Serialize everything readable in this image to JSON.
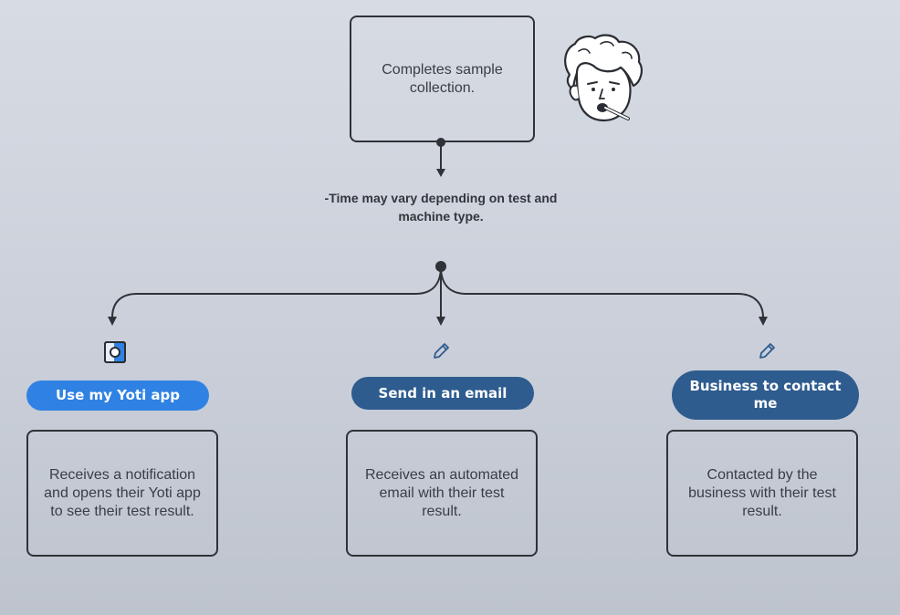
{
  "top_step": {
    "text": "Completes sample collection."
  },
  "timing_note": "-Time may vary depending on test and machine type.",
  "icons": {
    "person": "person-swab-icon",
    "yoti": "yoti-app-icon",
    "edit": "pencil-icon"
  },
  "options": [
    {
      "label": "Use my Yoti app",
      "description": "Receives a notification and opens their Yoti app to see their test result.",
      "color": "#2f82e3"
    },
    {
      "label": "Send in an email",
      "description": "Receives an automated email with their test result.",
      "color": "#2e5c8f"
    },
    {
      "label": "Business to contact me",
      "description": "Contacted by the business with their test result.",
      "color": "#2e5c8f"
    }
  ]
}
